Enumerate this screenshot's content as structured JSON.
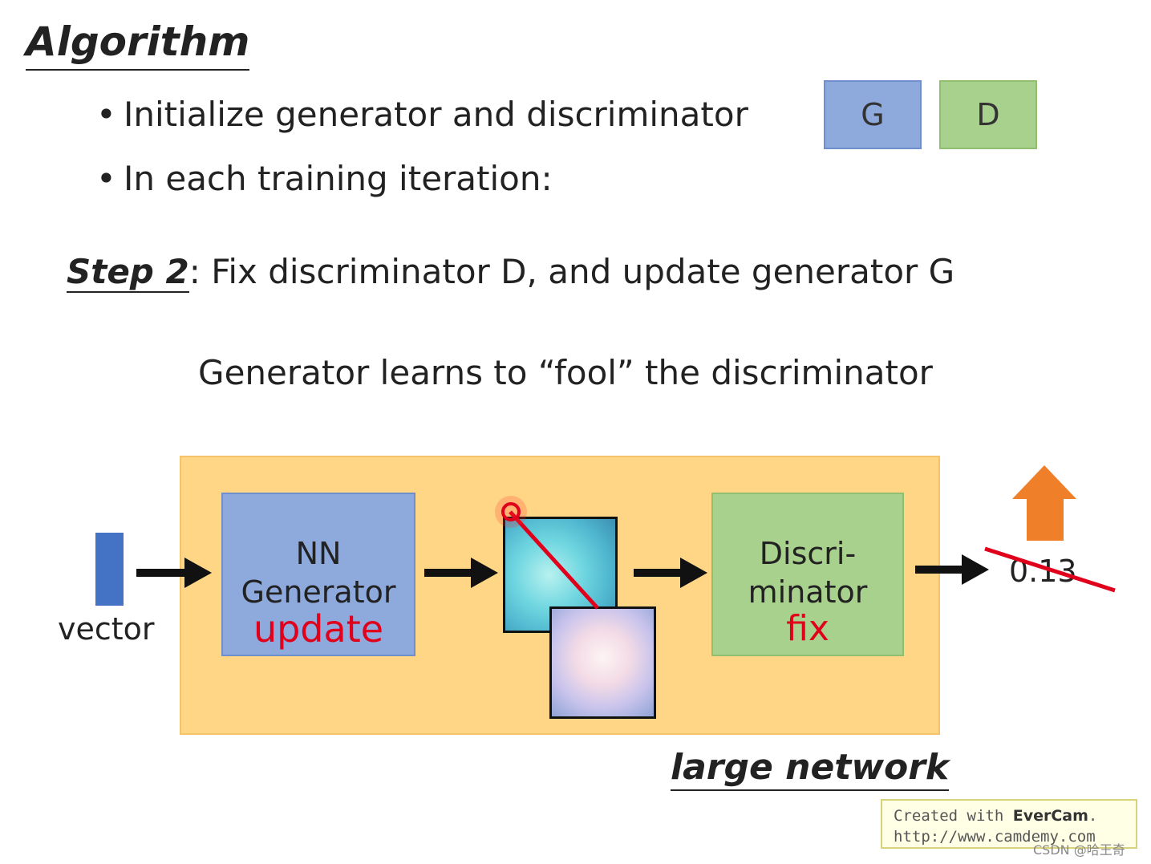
{
  "title": "Algorithm",
  "bullets": [
    "Initialize generator and discriminator",
    "In each training iteration:"
  ],
  "bullet_symbol": "•",
  "legend": {
    "g_label": "G",
    "d_label": "D",
    "g_color": "#8ea9db",
    "d_color": "#a9d18e"
  },
  "step": {
    "label": "Step 2",
    "separator": ":",
    "text": " Fix discriminator D, and update generator G"
  },
  "subtitle": "Generator learns to “fool” the discriminator",
  "diagram": {
    "vector_label": "vector",
    "generator": {
      "line1": "NN",
      "line2": "Generator",
      "action": "update"
    },
    "discriminator": {
      "line1": "Discri-",
      "line2": "minator",
      "action": "fix"
    },
    "output_value": "0.13",
    "large_network_label": "large network",
    "colors": {
      "box_background": "#ffd685",
      "vector": "#4472c4",
      "up_arrow": "#f07f2a",
      "annotation_red": "#e0001b"
    }
  },
  "evercam": {
    "line1_prefix": "Created with ",
    "brand": "EverCam",
    "line1_suffix": ".",
    "line2": "http://www.camdemy.com"
  },
  "watermark": "CSDN @哈王奇"
}
